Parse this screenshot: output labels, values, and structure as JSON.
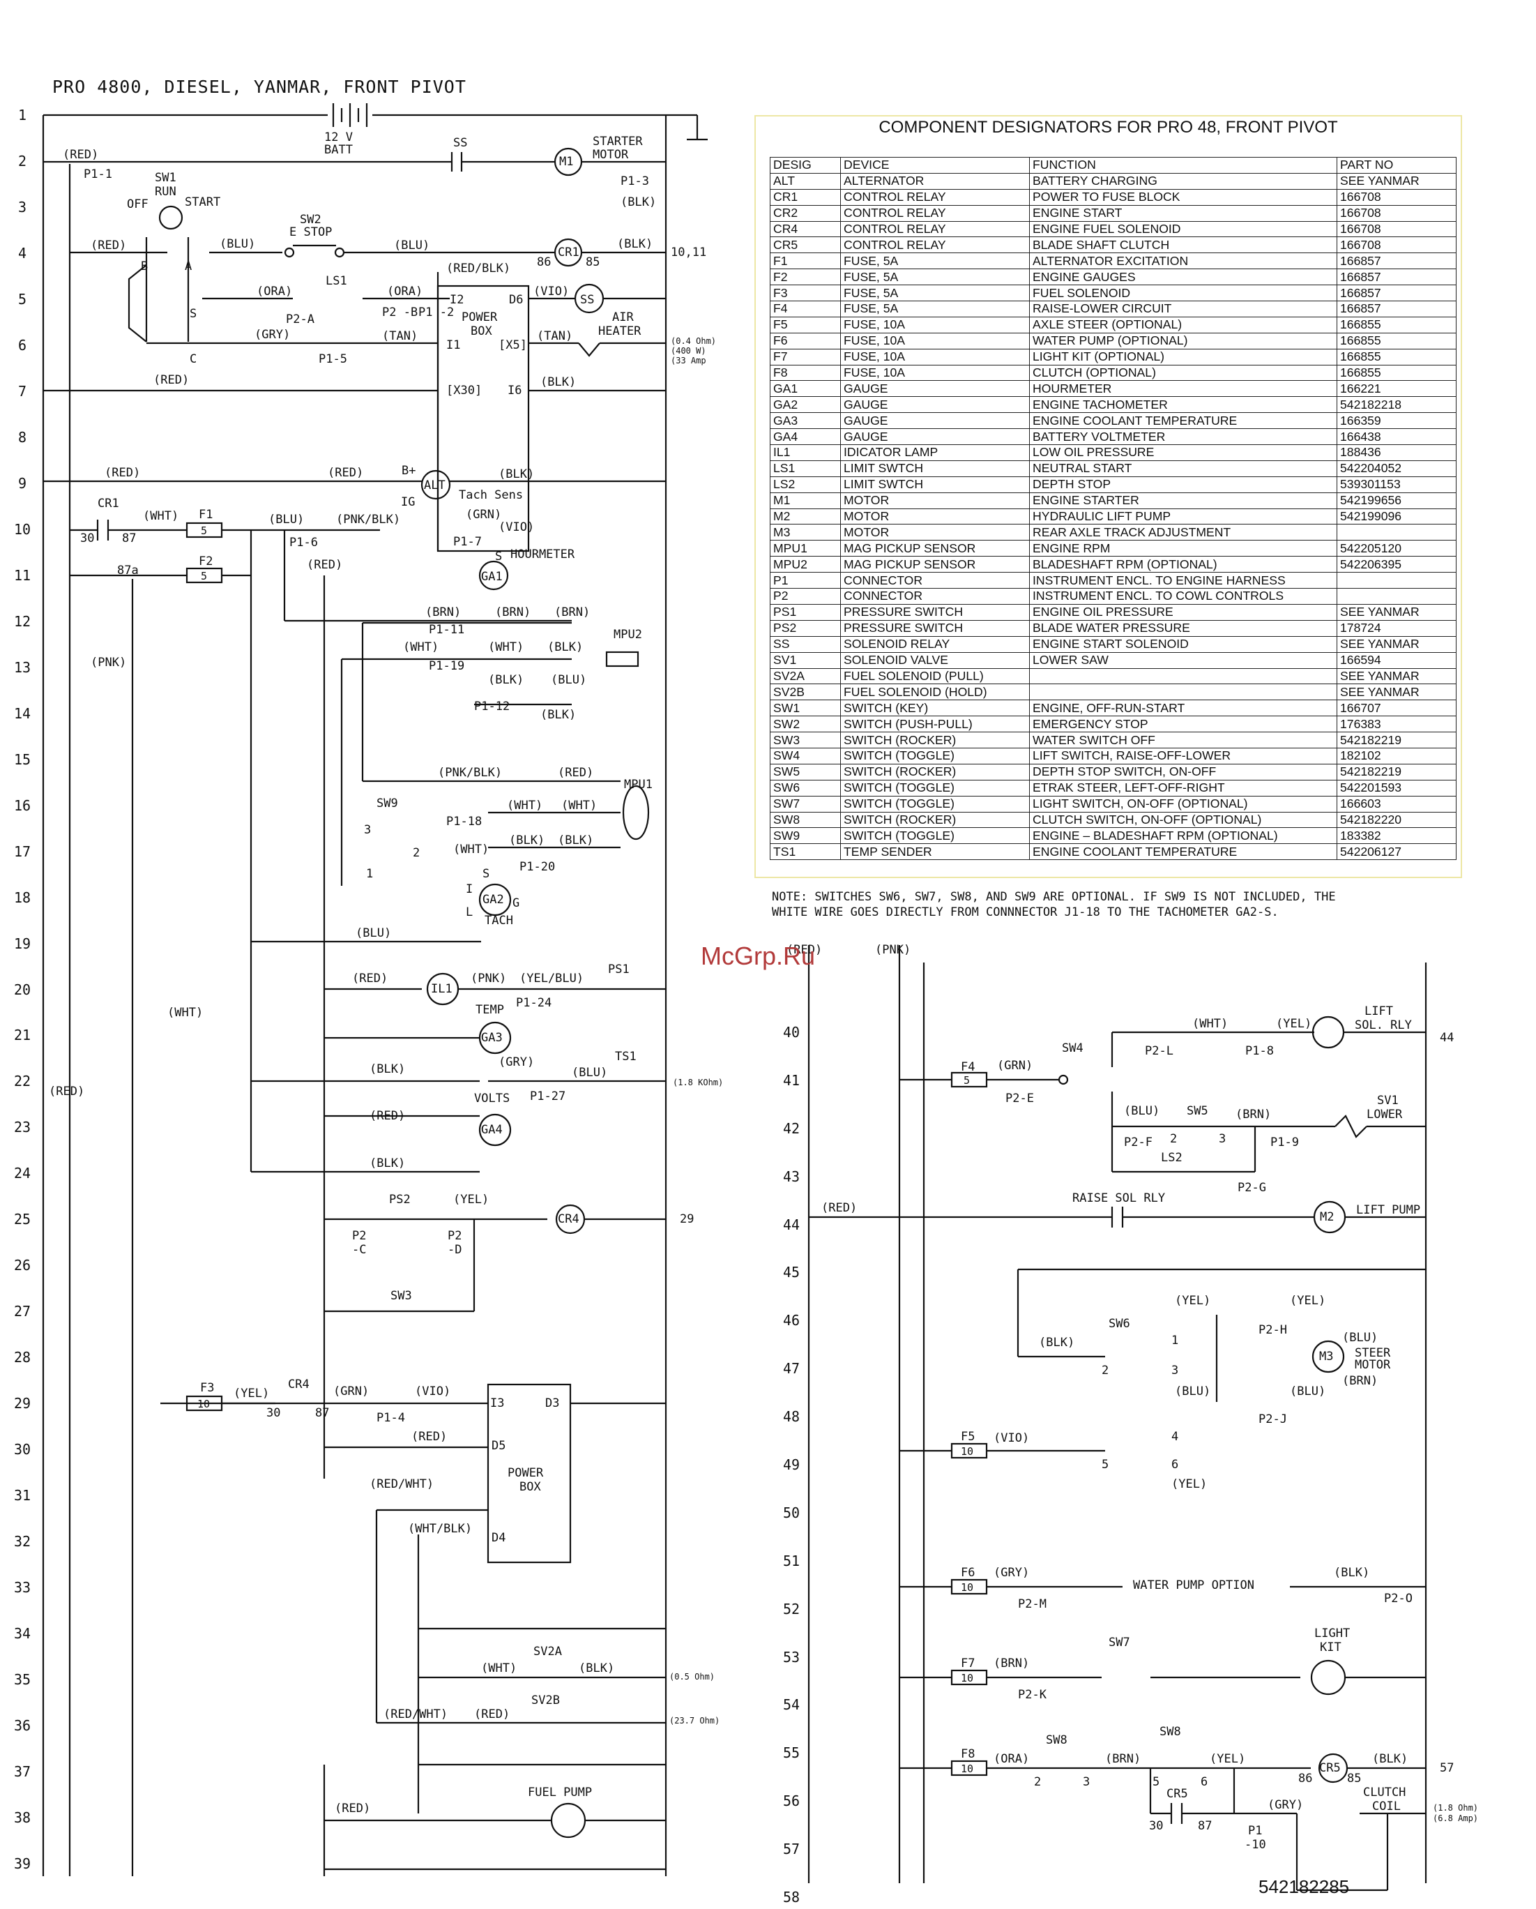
{
  "title": "PRO 4800, DIESEL, YANMAR,  FRONT PIVOT",
  "left_rows": [
    "1",
    "2",
    "3",
    "4",
    "5",
    "6",
    "7",
    "8",
    "9",
    "10",
    "11",
    "12",
    "13",
    "14",
    "15",
    "16",
    "17",
    "18",
    "19",
    "20",
    "21",
    "22",
    "23",
    "24",
    "25",
    "26",
    "27",
    "28",
    "29",
    "30",
    "31",
    "32",
    "33",
    "34",
    "35",
    "36",
    "37",
    "38",
    "39"
  ],
  "right_rows": [
    "40",
    "41",
    "42",
    "43",
    "44",
    "45",
    "46",
    "47",
    "48",
    "49",
    "50",
    "51",
    "52",
    "53",
    "54",
    "55",
    "56",
    "57",
    "58"
  ],
  "left_labels": {
    "batt": "12 V",
    "batt2": "BATT",
    "ss": "SS",
    "m1": "M1",
    "starter": "STARTER",
    "motor": "MOTOR",
    "red2": "(RED)",
    "p1_1": "P1-1",
    "p1_3": "P1-3",
    "blk3": "(BLK)",
    "sw1": "SW1",
    "run": "RUN",
    "off": "OFF",
    "start": "START",
    "sw2": "SW2",
    "estop": "E STOP",
    "blu4a": "(BLU)",
    "blu4b": "(BLU)",
    "red4": "(RED)",
    "cr1": "CR1",
    "n86": "86",
    "n85": "85",
    "blk4": "(BLK)",
    "ref10_11": "10,11",
    "b": "B",
    "a": "A",
    "s": "S",
    "c": "C",
    "ls1": "LS1",
    "ora5a": "(ORA)",
    "ora5b": "(ORA)",
    "redblk5": "(RED/BLK)",
    "p2a": "P2-A",
    "p2b": "P2\n-B",
    "p1_2": "P1\n-2",
    "i2": "I2",
    "d6": "D6",
    "vio5": "(VIO)",
    "ssb": "SS",
    "power": "POWER",
    "box": "BOX",
    "i1": "I1",
    "x5": "[X5]",
    "tan6a": "(TAN)",
    "tan6b": "(TAN)",
    "air": "AIR",
    "heater": "HEATER",
    "gry6": "(GRY)",
    "p1_5": "P1-5",
    "heat_spec1": "(0.4 Ohm)",
    "heat_spec2": "(400 W)",
    "heat_spec3": "(33 Amp",
    "red7": "(RED)",
    "x30": "[X30]",
    "i6": "I6",
    "blk7": "(BLK)",
    "red9a": "(RED)",
    "red9b": "(RED)",
    "bplus": "B+",
    "alt": "ALT",
    "blk9": "(BLK)",
    "ig": "IG",
    "tachsens": "Tach Sens",
    "cr1b": "CR1",
    "wht10": "(WHT)",
    "f1": "F1",
    "f1v": "5",
    "blu10": "(BLU)",
    "pnkblk10": "(PNK/BLK)",
    "grn10": "(GRN)",
    "p1_7": "P1-7",
    "vio10": "(VIO)",
    "n30": "30",
    "n87": "87",
    "p1_6": "P1-6",
    "red11": "(RED)",
    "s11": "S",
    "hourmeter": "HOURMETER",
    "ga1": "GA1",
    "f2": "F2",
    "f2v": "5",
    "n87a": "87a",
    "brn12a": "(BRN)",
    "brn12b": "(BRN)",
    "brn12c": "(BRN)",
    "p1_11": "P1-11",
    "mpu2": "MPU2",
    "wht13a": "(WHT)",
    "wht13b": "(WHT)",
    "blk13": "(BLK)",
    "p1_19": "P1-19",
    "pnk13": "(PNK)",
    "blk14a": "(BLK)",
    "blu14": "(BLU)",
    "p1_12": "P1-12",
    "blk14b": "(BLK)",
    "pnkblk15": "(PNK/BLK)",
    "red15": "(RED)",
    "mpu1": "MPU1",
    "sw9": "SW9",
    "wht16a": "(WHT)",
    "wht16b": "(WHT)",
    "p1_18": "P1-18",
    "n3": "3",
    "n2": "2",
    "n1": "1",
    "wht17": "(WHT)",
    "blk17a": "(BLK)",
    "blk17b": "(BLK)",
    "p1_20": "P1-20",
    "s18": "S",
    "i18": "I",
    "ga2": "GA2",
    "g18": "G",
    "l18": "L",
    "tach": "TACH",
    "blu19": "(BLU)",
    "red20": "(RED)",
    "il1": "IL1",
    "pnk20": "(PNK)",
    "yelblu20": "(YEL/BLU)",
    "ps1": "PS1",
    "p1_24": "P1-24",
    "wht20": "(WHT)",
    "temp": "TEMP",
    "ga3": "GA3",
    "blk21": "(BLK)",
    "gry21": "(GRY)",
    "ts1": "TS1",
    "blu22": "(BLU)",
    "p1_27": "P1-27",
    "ts_spec": "(1.8 KOhm)",
    "red22": "(RED)",
    "red23": "(RED)",
    "volts": "VOLTS",
    "ga4": "GA4",
    "blk23": "(BLK)",
    "ps2": "PS2",
    "yel25": "(YEL)",
    "cr4": "CR4",
    "ref29": "29",
    "p2c": "P2\n-C",
    "p2d": "P2\n-D",
    "sw3": "SW3",
    "f3": "F3",
    "f3v": "10",
    "yel29": "(YEL)",
    "cr4b": "CR4",
    "grn29": "(GRN)",
    "vio29": "(VIO)",
    "i3": "I3",
    "d3": "D3",
    "n30b": "30",
    "n87b": "87",
    "p1_4": "P1-4",
    "red30": "(RED)",
    "d5": "D5",
    "power2": "POWER",
    "box2": "BOX",
    "redwht31": "(RED/WHT)",
    "whtblk32": "(WHT/BLK)",
    "d4": "D4",
    "sv2a": "SV2A",
    "wht35": "(WHT)",
    "blk35": "(BLK)",
    "sv2a_spec": "(0.5 Ohm)",
    "sv2b": "SV2B",
    "redwht36": "(RED/WHT)",
    "red36": "(RED)",
    "sv2b_spec": "(23.7 Ohm)",
    "fuelpump": "FUEL PUMP",
    "red38": "(RED)"
  },
  "right_labels": {
    "red_top": "(RED)",
    "pnk_top": "(PNK)",
    "wht40": "(WHT)",
    "yel40": "(YEL)",
    "lift": "LIFT",
    "solrly": "SOL. RLY",
    "ref44": "44",
    "p2l": "P2-L",
    "p1_8": "P1-8",
    "sw4": "SW4",
    "f4": "F4",
    "f4v": "5",
    "grn41": "(GRN)",
    "p2e": "P2-E",
    "blu42": "(BLU)",
    "sw5": "SW5",
    "brn42": "(BRN)",
    "sv1": "SV1",
    "lower": "LOWER",
    "p2f": "P2-F",
    "n2": "2",
    "n3": "3",
    "p1_9": "P1-9",
    "ls2": "LS2",
    "p2g": "P2-G",
    "raise": "RAISE SOL RLY",
    "red44": "(RED)",
    "m2": "M2",
    "liftpump": "LIFT PUMP",
    "yel46a": "(YEL)",
    "yel46b": "(YEL)",
    "sw6": "SW6",
    "blk47": "(BLK)",
    "p2h": "P2-H",
    "blu47": "(BLU)",
    "m3": "M3",
    "steer": "STEER",
    "motor": "MOTOR",
    "brn47": "(BRN)",
    "n1": "1",
    "n2b": "2",
    "n3b": "3",
    "blu48": "(BLU)",
    "blu48b": "(BLU)",
    "p2j": "P2-J",
    "f5": "F5",
    "f5v": "10",
    "vio49": "(VIO)",
    "n4": "4",
    "n5": "5",
    "n6": "6",
    "yel50": "(YEL)",
    "f6": "F6",
    "f6v": "10",
    "gry52": "(GRY)",
    "waterpump": "WATER PUMP OPTION",
    "blk52": "(BLK)",
    "p2m": "P2-M",
    "p2o": "P2-O",
    "sw7": "SW7",
    "light": "LIGHT",
    "kit": "KIT",
    "f7": "F7",
    "f7v": "10",
    "brn54": "(BRN)",
    "p2k": "P2-K",
    "sw8a": "SW8",
    "sw8b": "SW8",
    "f8": "F8",
    "f8v": "10",
    "ora56": "(ORA)",
    "brn56": "(BRN)",
    "yel56": "(YEL)",
    "cr5": "CR5",
    "blk56": "(BLK)",
    "ref57": "57",
    "n2c": "2",
    "n3c": "3",
    "n6b": "6",
    "cr5b": "CR5",
    "n86": "86",
    "n85": "85",
    "gry57": "(GRY)",
    "clutch": "CLUTCH",
    "coil": "COIL",
    "coil_spec1": "(1.8 Ohm)",
    "coil_spec2": "(6.8 Amp)",
    "n30": "30",
    "n87": "87",
    "p1": "P1",
    "p1_10": "-10"
  },
  "table": {
    "title": "COMPONENT DESIGNATORS FOR PRO 48, FRONT PIVOT",
    "headers": [
      "DESIG",
      "DEVICE",
      "FUNCTION",
      "PART NO"
    ],
    "rows": [
      [
        "ALT",
        "ALTERNATOR",
        "BATTERY CHARGING",
        "SEE YANMAR"
      ],
      [
        "CR1",
        "CONTROL RELAY",
        "POWER TO FUSE BLOCK",
        "166708"
      ],
      [
        "CR2",
        "CONTROL RELAY",
        "ENGINE START",
        "166708"
      ],
      [
        "CR4",
        "CONTROL RELAY",
        "ENGINE FUEL SOLENOID",
        "166708"
      ],
      [
        "CR5",
        "CONTROL RELAY",
        "BLADE SHAFT CLUTCH",
        "166708"
      ],
      [
        "F1",
        "FUSE, 5A",
        "ALTERNATOR EXCITATION",
        "166857"
      ],
      [
        "F2",
        "FUSE, 5A",
        "ENGINE GAUGES",
        "166857"
      ],
      [
        "F3",
        "FUSE, 5A",
        "FUEL SOLENOID",
        "166857"
      ],
      [
        "F4",
        "FUSE, 5A",
        "RAISE-LOWER CIRCUIT",
        "166857"
      ],
      [
        "F5",
        "FUSE, 10A",
        "AXLE STEER (OPTIONAL)",
        "166855"
      ],
      [
        "F6",
        "FUSE, 10A",
        "WATER PUMP (OPTIONAL)",
        "166855"
      ],
      [
        "F7",
        "FUSE, 10A",
        "LIGHT KIT  (OPTIONAL)",
        "166855"
      ],
      [
        "F8",
        "FUSE, 10A",
        "CLUTCH (OPTIONAL)",
        "166855"
      ],
      [
        "GA1",
        "GAUGE",
        "HOURMETER",
        "166221"
      ],
      [
        "GA2",
        "GAUGE",
        "ENGINE TACHOMETER",
        "542182218"
      ],
      [
        "GA3",
        "GAUGE",
        "ENGINE COOLANT TEMPERATURE",
        "166359"
      ],
      [
        "GA4",
        "GAUGE",
        "BATTERY VOLTMETER",
        "166438"
      ],
      [
        "IL1",
        "IDICATOR LAMP",
        "LOW OIL PRESSURE",
        "188436"
      ],
      [
        "LS1",
        "LIMIT SWTCH",
        "NEUTRAL START",
        "542204052"
      ],
      [
        "LS2",
        "LIMIT SWTCH",
        "DEPTH STOP",
        "539301153"
      ],
      [
        "M1",
        "MOTOR",
        "ENGINE STARTER",
        "542199656"
      ],
      [
        "M2",
        "MOTOR",
        "HYDRAULIC LIFT PUMP",
        "542199096"
      ],
      [
        "M3",
        "MOTOR",
        "REAR AXLE TRACK ADJUSTMENT",
        ""
      ],
      [
        "MPU1",
        "MAG PICKUP SENSOR",
        "ENGINE RPM",
        "542205120"
      ],
      [
        "MPU2",
        "MAG PICKUP SENSOR",
        "BLADESHAFT RPM     (OPTIONAL)",
        "542206395"
      ],
      [
        "P1",
        "CONNECTOR",
        "INSTRUMENT ENCL. TO ENGINE HARNESS",
        ""
      ],
      [
        "P2",
        "CONNECTOR",
        "INSTRUMENT ENCL. TO COWL CONTROLS",
        ""
      ],
      [
        "PS1",
        "PRESSURE SWITCH",
        "ENGINE OIL PRESSURE",
        "SEE YANMAR"
      ],
      [
        "PS2",
        "PRESSURE SWITCH",
        "BLADE WATER PRESSURE",
        "178724"
      ],
      [
        "SS",
        "SOLENOID RELAY",
        "ENGINE START SOLENOID",
        "SEE YANMAR"
      ],
      [
        "SV1",
        "SOLENOID VALVE",
        "LOWER SAW",
        "166594"
      ],
      [
        "SV2A",
        "FUEL SOLENOID (PULL)",
        "",
        "SEE YANMAR"
      ],
      [
        "SV2B",
        "FUEL SOLENOID (HOLD)",
        "",
        "SEE YANMAR"
      ],
      [
        "SW1",
        "SWITCH (KEY)",
        "ENGINE, OFF-RUN-START",
        "166707"
      ],
      [
        "SW2",
        "SWITCH (PUSH-PULL)",
        "EMERGENCY STOP",
        "176383"
      ],
      [
        "SW3",
        "SWITCH (ROCKER)",
        "WATER SWITCH OFF",
        "542182219"
      ],
      [
        "SW4",
        "SWITCH (TOGGLE)",
        "LIFT SWITCH, RAISE-OFF-LOWER",
        "182102"
      ],
      [
        "SW5",
        "SWITCH (ROCKER)",
        "DEPTH STOP SWITCH, ON-OFF",
        "542182219"
      ],
      [
        "SW6",
        "SWITCH (TOGGLE)",
        "ETRAK STEER, LEFT-OFF-RIGHT",
        "542201593"
      ],
      [
        "SW7",
        "SWITCH (TOGGLE)",
        "LIGHT SWITCH, ON-OFF     (OPTIONAL)",
        "166603"
      ],
      [
        "SW8",
        "SWITCH (ROCKER)",
        "CLUTCH SWITCH, ON-OFF     (OPTIONAL)",
        "542182220"
      ],
      [
        "SW9",
        "SWITCH (TOGGLE)",
        "ENGINE – BLADESHAFT RPM     (OPTIONAL)",
        "183382"
      ],
      [
        "TS1",
        "TEMP SENDER",
        "ENGINE COOLANT TEMPERATURE",
        "542206127"
      ]
    ]
  },
  "note_line1": "NOTE: SWITCHES SW6, SW7, SW8, AND SW9 ARE OPTIONAL.  IF SW9 IS NOT INCLUDED, THE",
  "note_line2": "WHITE WIRE GOES DIRECTLY FROM CONNNECTOR J1-18 TO THE TACHOMETER GA2-S.",
  "watermark": "McGrp.Ru",
  "part_number": "542182285"
}
